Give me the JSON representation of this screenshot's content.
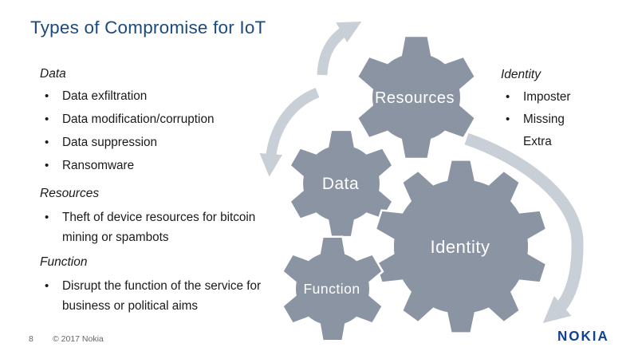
{
  "slide": {
    "title": "Types of Compromise for IoT",
    "page_number": "8",
    "copyright": "© 2017 Nokia",
    "brand_logo": "NOKIA"
  },
  "sections": [
    {
      "heading": "Data",
      "items": [
        "Data exfiltration",
        "Data modification/corruption",
        "Data suppression",
        "Ransomware"
      ]
    },
    {
      "heading": "Resources",
      "items": [
        "Theft of device resources for bitcoin mining or spambots"
      ]
    },
    {
      "heading": "Function",
      "items": [
        "Disrupt the function of the service for business or political aims"
      ]
    },
    {
      "heading": "Identity",
      "items": [
        "Imposter",
        "Missing",
        "Extra"
      ]
    }
  ],
  "gears": [
    {
      "label": "Resources"
    },
    {
      "label": "Data"
    },
    {
      "label": "Identity"
    },
    {
      "label": "Function"
    }
  ],
  "colors": {
    "title_blue": "#1B4A80",
    "gear_gray_blue": "#8B94A3",
    "arrow_light_gray": "#C9CFD6",
    "nokia_logo_blue": "#124191",
    "footer_gray": "#63676B",
    "body_text": "#1A1A1A"
  }
}
